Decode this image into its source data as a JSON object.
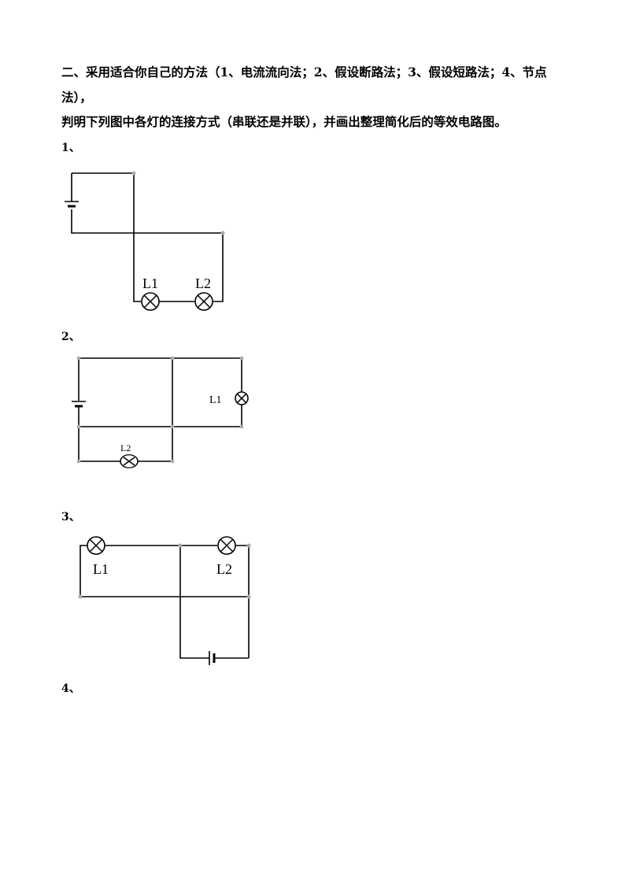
{
  "header": {
    "line1": "二、采用适合你自己的方法（1、电流流向法；2、假设断路法；3、假设短路法；4、节点",
    "line2": "法），",
    "line3": "判明下列图中各灯的连接方式（串联还是并联），并画出整理简化后的等效电路图。"
  },
  "items": [
    {
      "num": "1、",
      "labels": [
        "L1",
        "L2"
      ]
    },
    {
      "num": "2、",
      "labels": [
        "L1",
        "L2"
      ]
    },
    {
      "num": "3、",
      "labels": [
        "L1",
        "L2"
      ]
    },
    {
      "num": "4、"
    }
  ]
}
